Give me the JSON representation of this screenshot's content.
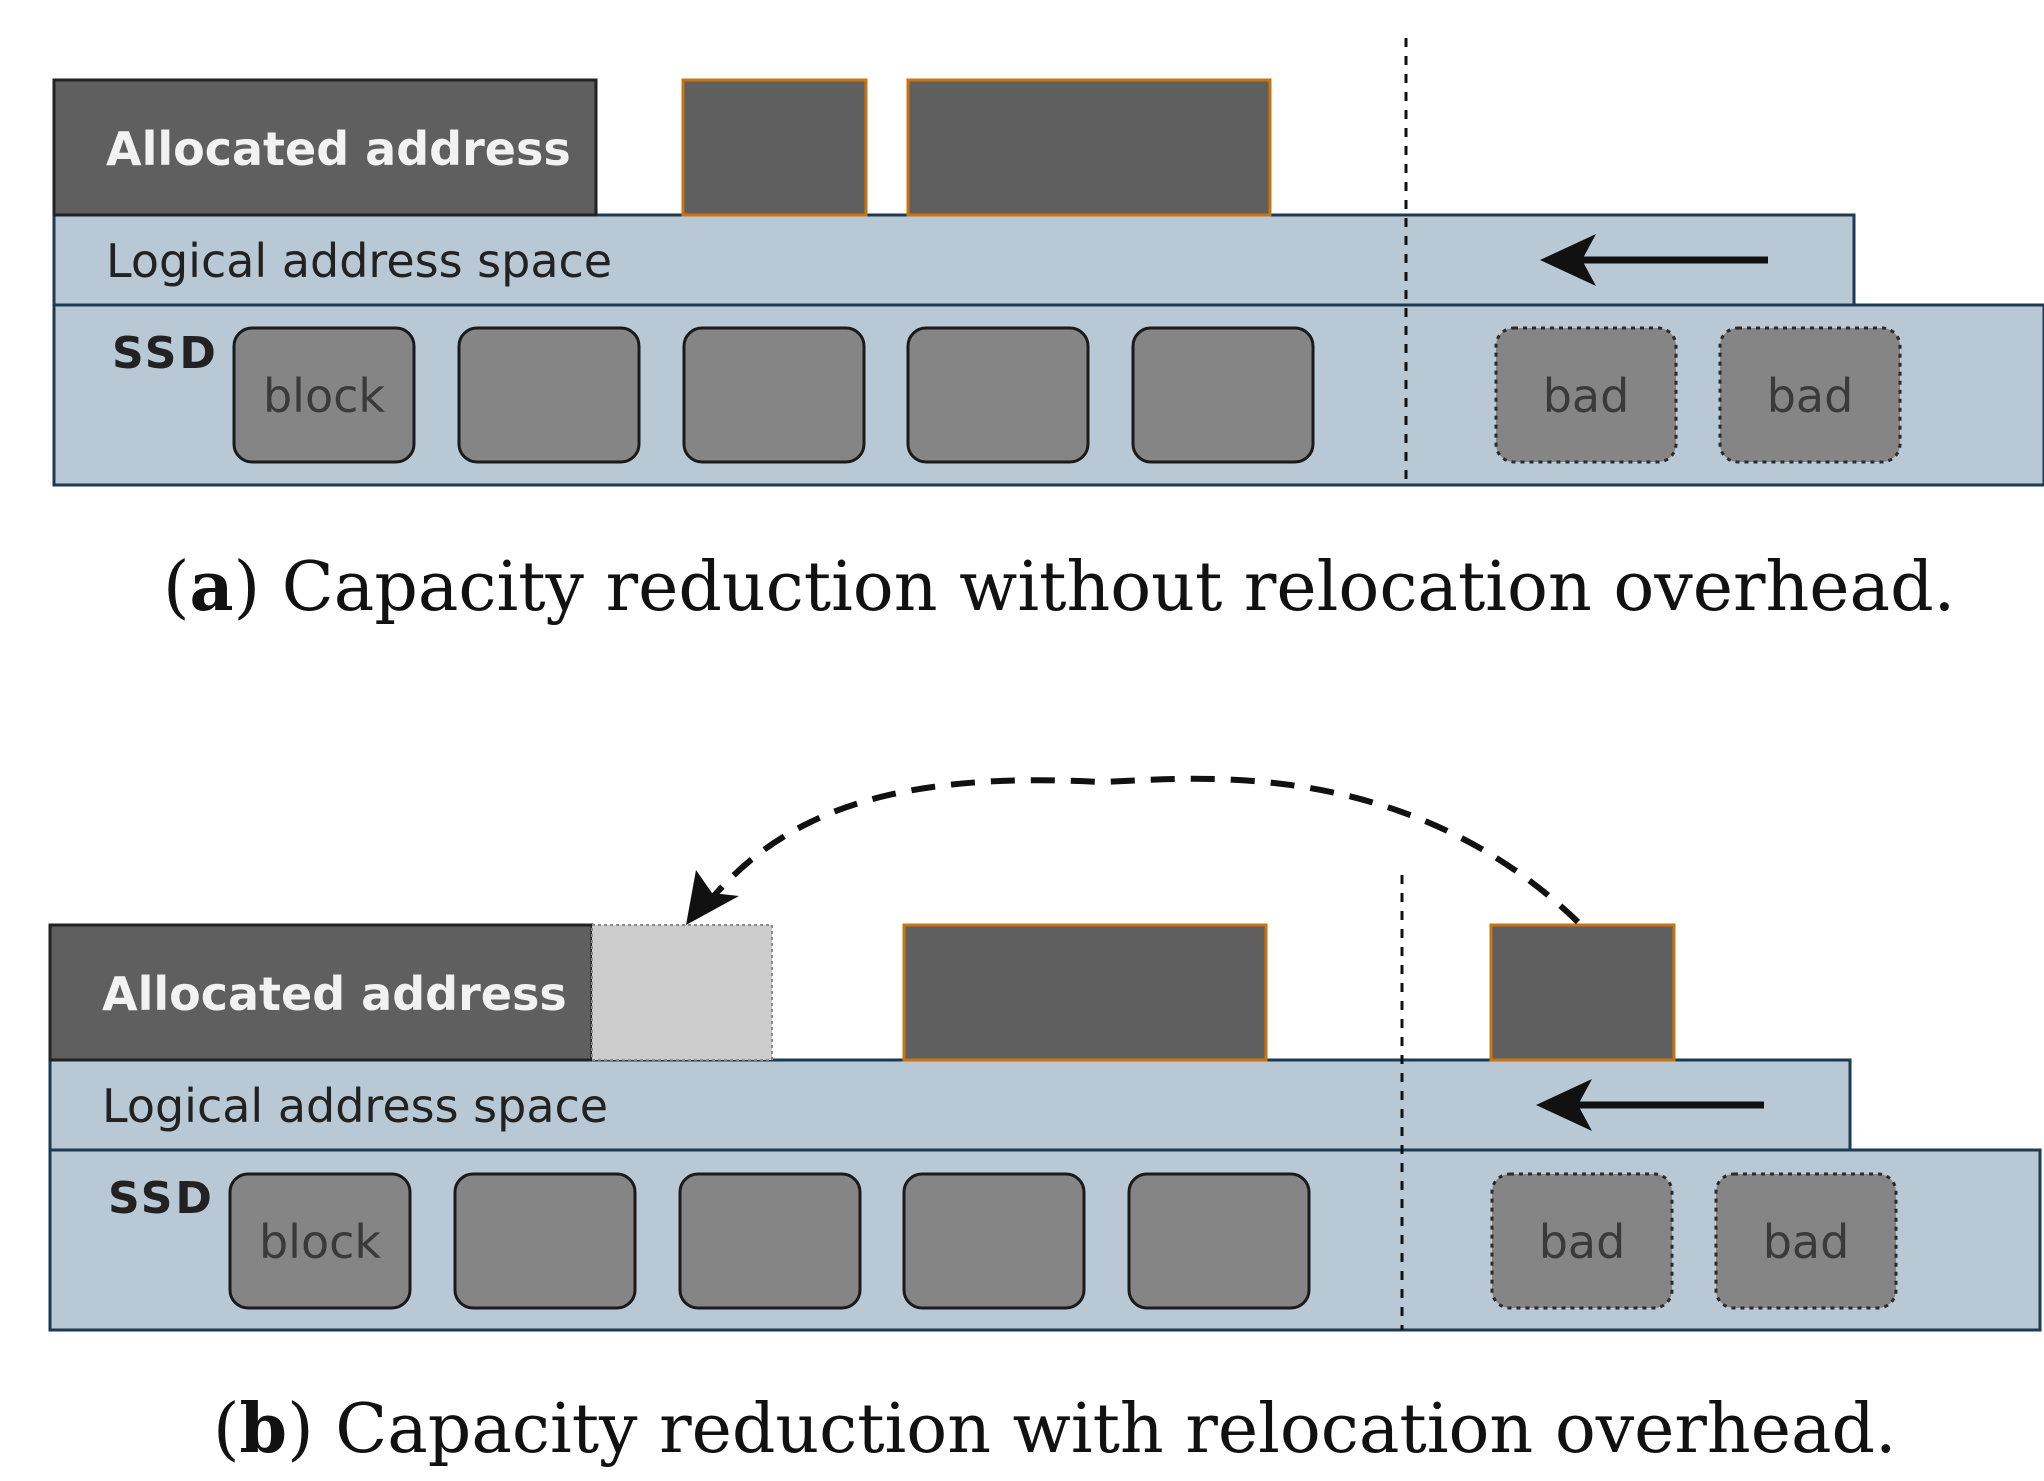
{
  "panel_a": {
    "allocated_label": "Allocated address",
    "logical_label": "Logical address space",
    "ssd_label": "SSD",
    "block_label": "block",
    "bad_labels": [
      "bad",
      "bad"
    ],
    "caption_letter": "a",
    "caption_text": "Capacity reduction without relocation overhead."
  },
  "panel_b": {
    "allocated_label": "Allocated address",
    "logical_label": "Logical address space",
    "ssd_label": "SSD",
    "block_label": "block",
    "bad_labels": [
      "bad",
      "bad"
    ],
    "caption_letter": "b",
    "caption_text": "Capacity reduction with relocation overhead."
  },
  "colors": {
    "allocated_fill": "#5f5f5f",
    "allocated_border": "#c87410",
    "address_space_fill": "#b8c9d5",
    "block_fill": "#858585",
    "relocated_fill": "#cccccc"
  }
}
